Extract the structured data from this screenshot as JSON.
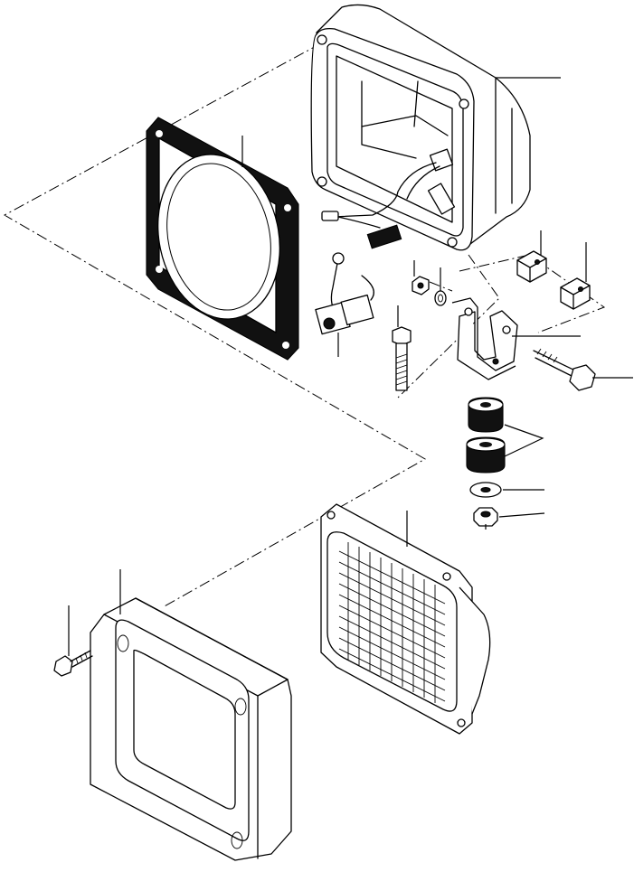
{
  "diagram": {
    "type": "exploded-parts-diagram",
    "parts": [
      {
        "id": "housing",
        "icon": "lamp-housing-icon"
      },
      {
        "id": "gasket",
        "icon": "gasket-icon"
      },
      {
        "id": "wiring-harness",
        "icon": "wire-harness-icon"
      },
      {
        "id": "spacer-block-1",
        "icon": "spacer-block-icon"
      },
      {
        "id": "spacer-block-2",
        "icon": "spacer-block-icon"
      },
      {
        "id": "bracket",
        "icon": "bracket-icon"
      },
      {
        "id": "bolt-long",
        "icon": "bolt-icon"
      },
      {
        "id": "bolt-vertical",
        "icon": "bolt-icon"
      },
      {
        "id": "nut-top",
        "icon": "nut-icon"
      },
      {
        "id": "lock-washer",
        "icon": "lock-washer-icon"
      },
      {
        "id": "rubber-mount-upper",
        "icon": "rubber-mount-icon"
      },
      {
        "id": "rubber-mount-lower",
        "icon": "rubber-mount-icon"
      },
      {
        "id": "flat-washer",
        "icon": "washer-icon"
      },
      {
        "id": "nut-bottom",
        "icon": "nut-icon"
      },
      {
        "id": "sealed-beam-lamp",
        "icon": "sealed-beam-icon"
      },
      {
        "id": "bezel",
        "icon": "bezel-icon"
      },
      {
        "id": "screw",
        "icon": "screw-icon"
      }
    ]
  }
}
